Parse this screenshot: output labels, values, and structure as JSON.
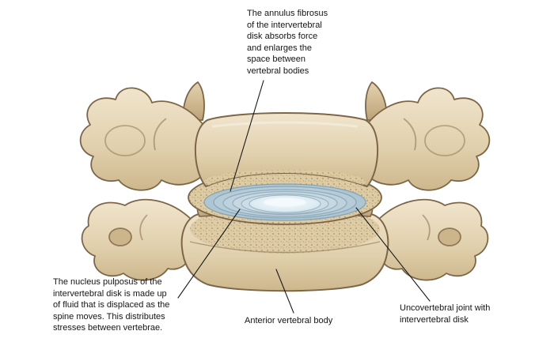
{
  "figure": {
    "type": "anatomical-diagram",
    "subject": "Cervical vertebrae with intervertebral disk (anterior view)",
    "labels": {
      "annulus": "The annulus fibrosus\nof the intervertebral\ndisk absorbs force\nand enlarges the\nspace between\nvertebral bodies",
      "nucleus": "The nucleus pulposus of the\nintervertebral disk is made up\nof fluid that is displaced as the\nspine moves. This distributes\nstresses between vertebrae.",
      "anterior": "Anterior vertebral body",
      "uncovertebral": "Uncovertebral joint with\nintervertebral disk"
    },
    "colors": {
      "background": "#ffffff",
      "bone_light": "#eee2c8",
      "bone_mid": "#d8c5a0",
      "bone_dark": "#b89e73",
      "outline": "#7d6648",
      "annulus_blue": "#aec5d2",
      "nucleus_blue": "#e8f2f7",
      "leader_line": "#1a1a1a"
    }
  }
}
